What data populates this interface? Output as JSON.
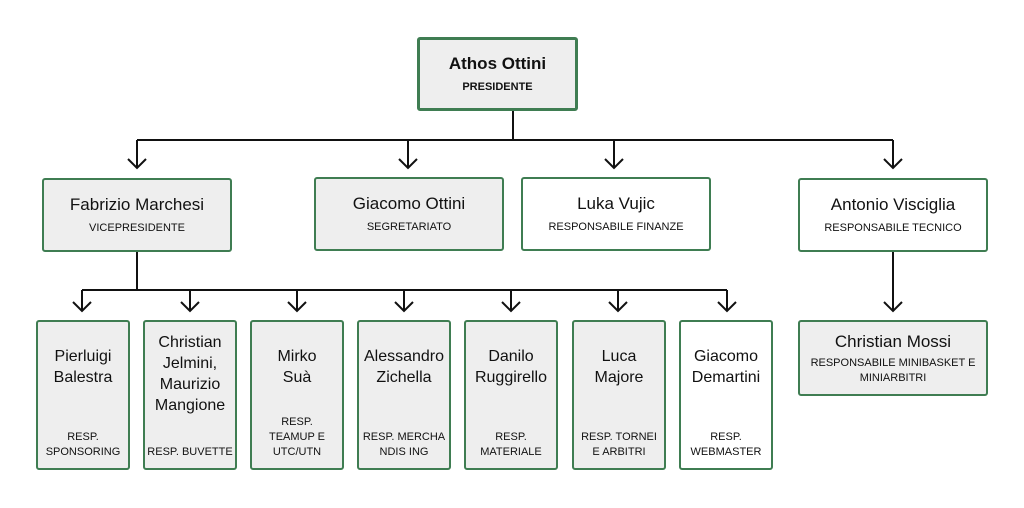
{
  "president": {
    "name": "Athos Ottini",
    "role": "PRESIDENTE"
  },
  "level2": [
    {
      "name": "Fabrizio Marchesi",
      "role": "VICEPRESIDENTE"
    },
    {
      "name": "Giacomo Ottini",
      "role": "SEGRETARIATO"
    },
    {
      "name": "Luka Vujic",
      "role": "RESPONSABILE FINANZE"
    },
    {
      "name": "Antonio Visciglia",
      "role": "RESPONSABILE TECNICO"
    }
  ],
  "level3": [
    {
      "name": "Pierluigi Balestra",
      "role": "RESP. SPONSORING"
    },
    {
      "name": "Christian Jelmini, Maurizio Mangione",
      "role": "RESP. BUVETTE"
    },
    {
      "name": "Mirko Suà",
      "role": "RESP. TEAMUP E UTC/UTN"
    },
    {
      "name": "Alessandro Zichella",
      "role": "RESP. MERCHANDIS ING"
    },
    {
      "name": "Danilo Ruggirello",
      "role": "RESP. MATERIALE"
    },
    {
      "name": "Luca Majore",
      "role": "RESP. TORNEI E ARBITRI"
    },
    {
      "name": "Giacomo Demartini",
      "role": "RESP. WEBMASTER"
    }
  ],
  "tecnico_child": {
    "name": "Christian Mossi",
    "role": "RESPONSABILE MINIBASKET E MINIARBITRI"
  },
  "colors": {
    "border": "#3f7d52",
    "fill": "#eeeeee"
  }
}
